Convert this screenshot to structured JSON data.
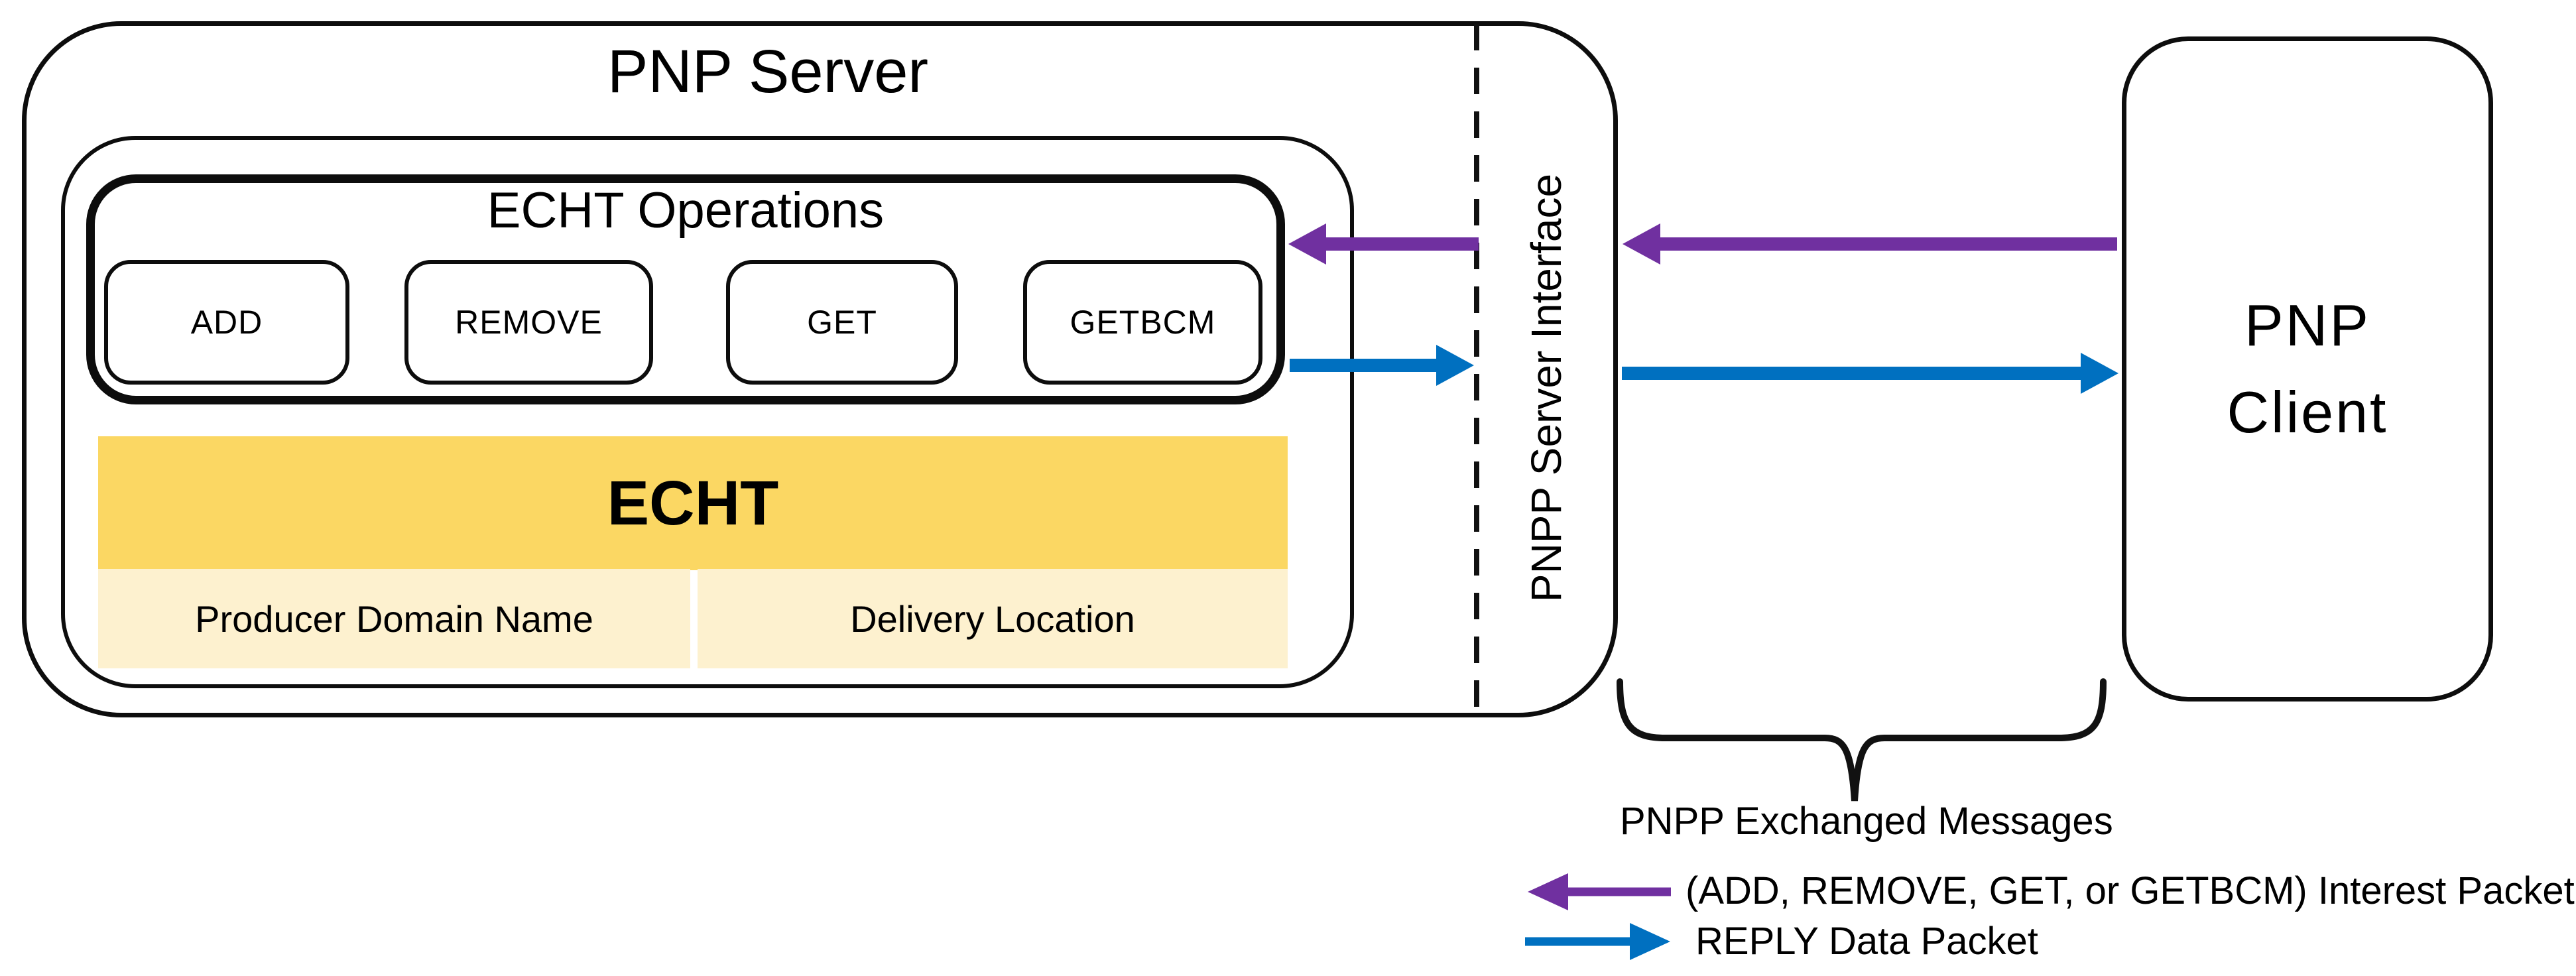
{
  "diagram": {
    "server": {
      "title": "PNP Server"
    },
    "operations": {
      "title": "ECHT Operations",
      "buttons": [
        "ADD",
        "REMOVE",
        "GET",
        "GETBCM"
      ]
    },
    "table": {
      "header": "ECHT",
      "columns": [
        "Producer Domain Name",
        "Delivery Location"
      ]
    },
    "interface_label": "PNPP Server Interface",
    "client": {
      "line1": "PNP",
      "line2": "Client"
    },
    "brace_label": "PNPP Exchanged Messages",
    "legend": [
      {
        "color": "#7030A0",
        "direction": "left",
        "label": "(ADD, REMOVE, GET, or GETBCM) Interest Packet"
      },
      {
        "color": "#0070C0",
        "direction": "right",
        "label": "REPLY Data Packet"
      }
    ],
    "colors": {
      "purple": "#7030A0",
      "blue": "#0070C0",
      "gold": "#FBD763",
      "gold_light": "#FDF1CF",
      "stroke": "#0d0d0d"
    }
  }
}
